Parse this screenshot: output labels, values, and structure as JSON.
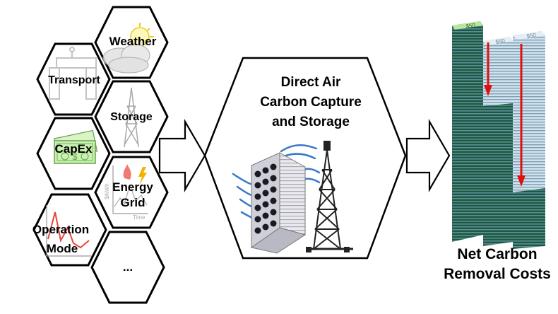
{
  "factors": [
    {
      "id": "weather",
      "label": "Weather"
    },
    {
      "id": "transport",
      "label": "Transport"
    },
    {
      "id": "storage",
      "label": "Storage"
    },
    {
      "id": "capex",
      "label": "CapEx"
    },
    {
      "id": "energy",
      "label_line1": "Energy",
      "label_line2": "Grid",
      "chart_axis_y": "$/kWh",
      "chart_axis_x": "Time"
    },
    {
      "id": "operation",
      "label_line1": "Operation",
      "label_line2": "Mode"
    },
    {
      "id": "more",
      "label": "..."
    }
  ],
  "process": {
    "title_line1": "Direct Air",
    "title_line2": "Carbon Capture",
    "title_line3": "and Storage"
  },
  "output": {
    "label_line1": "Net Carbon",
    "label_line2": "Removal Costs"
  },
  "icons": {
    "weather": "cloud-sun-icon",
    "transport": "pipeline-icon",
    "storage": "drill-tower-icon",
    "capex": "banknote-icon",
    "energy": "price-chart-icon",
    "operation": "operation-chart-icon",
    "dac": "air-contactor-icon",
    "well": "injection-well-icon",
    "stacks": "money-stack-icon",
    "reduction": "down-arrow-icon"
  },
  "colors": {
    "outline": "#000000",
    "banknote": "#c9f1b0",
    "arrow_red": "#e01010",
    "air_flow": "#3a78c8",
    "stack_dark": "#1d5a3c",
    "stack_light": "#cfe2ee",
    "flame": "#e8453c",
    "lightning": "#f2b300"
  }
}
